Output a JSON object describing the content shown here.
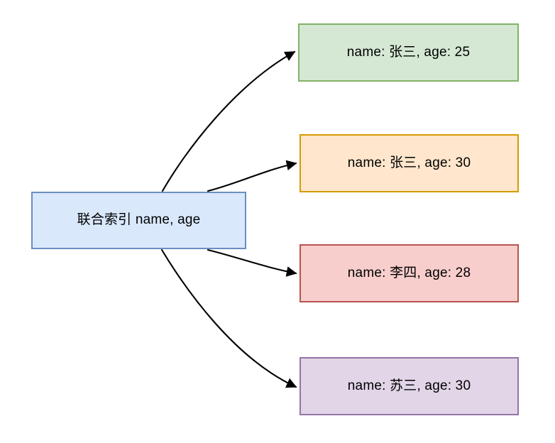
{
  "diagram": {
    "type": "flow-diagram",
    "background_color": "#ffffff",
    "source_node": {
      "id": "composite-index",
      "label": "联合索引 name, age",
      "fill_color": "#dae8fc",
      "stroke_color": "#6c8ebf"
    },
    "target_nodes": [
      {
        "id": "row-1",
        "label": "name: 张三, age: 25",
        "name_value": "张三",
        "age_value": 25,
        "fill_color": "#d5e8d4",
        "stroke_color": "#82b366"
      },
      {
        "id": "row-2",
        "label": "name: 张三, age: 30",
        "name_value": "张三",
        "age_value": 30,
        "fill_color": "#ffe6cc",
        "stroke_color": "#d79b00"
      },
      {
        "id": "row-3",
        "label": "name: 李四, age: 28",
        "name_value": "李四",
        "age_value": 28,
        "fill_color": "#f8cecc",
        "stroke_color": "#b85450"
      },
      {
        "id": "row-4",
        "label": "name: 苏三, age: 30",
        "name_value": "苏三",
        "age_value": 30,
        "fill_color": "#e1d5e7",
        "stroke_color": "#9673a6"
      }
    ],
    "edges": [
      {
        "id": "edge-1",
        "from": "composite-index",
        "to": "row-1",
        "style": "curved-arrow",
        "color": "#000000"
      },
      {
        "id": "edge-2",
        "from": "composite-index",
        "to": "row-2",
        "style": "curved-arrow",
        "color": "#000000"
      },
      {
        "id": "edge-3",
        "from": "composite-index",
        "to": "row-3",
        "style": "curved-arrow",
        "color": "#000000"
      },
      {
        "id": "edge-4",
        "from": "composite-index",
        "to": "row-4",
        "style": "curved-arrow",
        "color": "#000000"
      }
    ]
  }
}
